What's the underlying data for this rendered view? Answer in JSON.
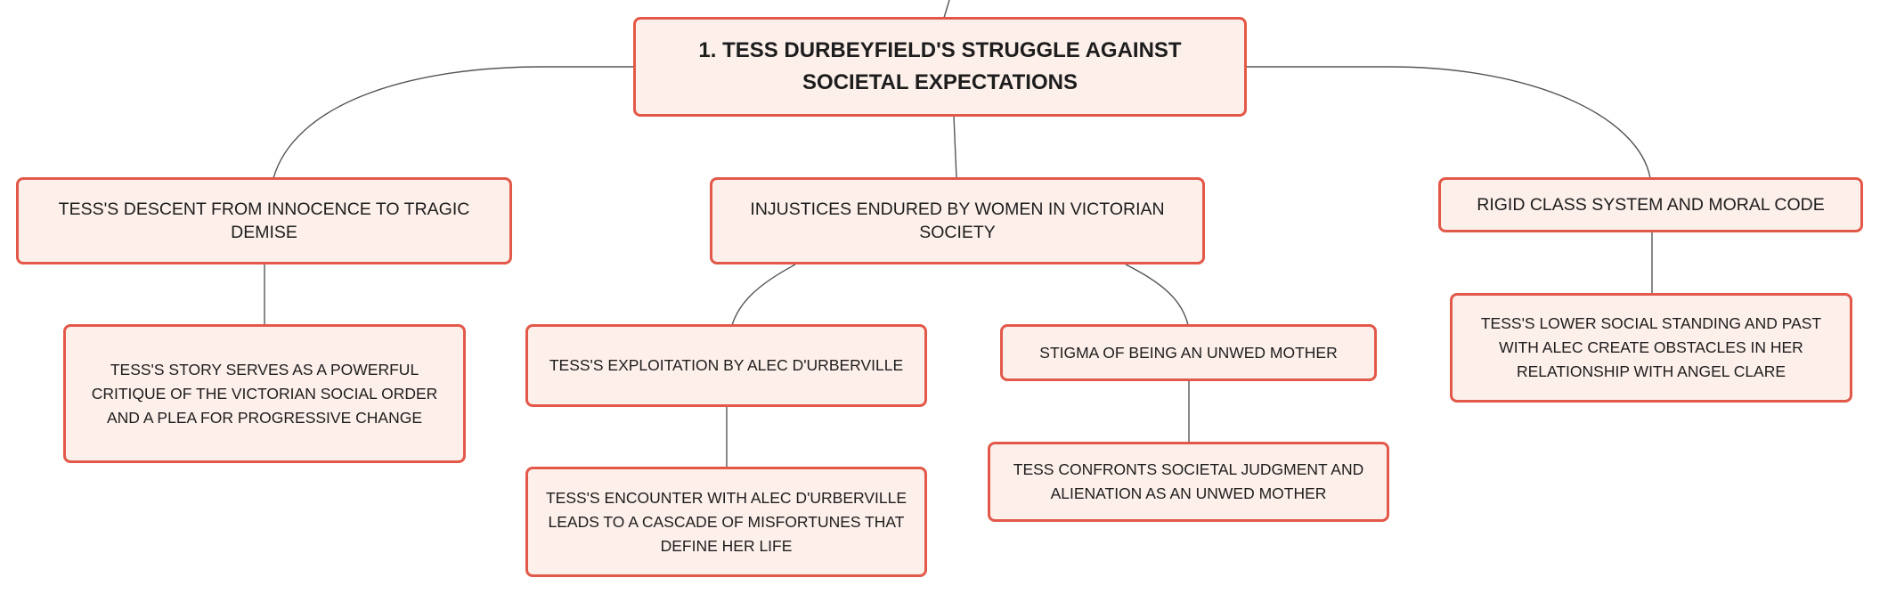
{
  "mindmap": {
    "root": "1. TESS DURBEYFIELD'S STRUGGLE AGAINST SOCIETAL EXPECTATIONS",
    "branches": [
      {
        "label": "TESS'S DESCENT FROM INNOCENCE TO TRAGIC DEMISE",
        "children": [
          "TESS'S STORY SERVES AS A POWERFUL CRITIQUE OF THE VICTORIAN SOCIAL ORDER AND A PLEA FOR PROGRESSIVE CHANGE"
        ]
      },
      {
        "label": "INJUSTICES ENDURED BY WOMEN IN VICTORIAN SOCIETY",
        "children": [
          {
            "label": "TESS'S EXPLOITATION BY ALEC D'URBERVILLE",
            "children": [
              "TESS'S ENCOUNTER WITH ALEC D'URBERVILLE LEADS TO A CASCADE OF MISFORTUNES THAT DEFINE HER LIFE"
            ]
          },
          {
            "label": "STIGMA OF BEING AN UNWED MOTHER",
            "children": [
              "TESS CONFRONTS SOCIETAL JUDGMENT AND ALIENATION AS AN UNWED MOTHER"
            ]
          }
        ]
      },
      {
        "label": "RIGID CLASS SYSTEM AND MORAL CODE",
        "children": [
          "TESS'S LOWER SOCIAL STANDING AND PAST WITH ALEC CREATE OBSTACLES IN HER RELATIONSHIP WITH ANGEL CLARE"
        ]
      }
    ]
  }
}
